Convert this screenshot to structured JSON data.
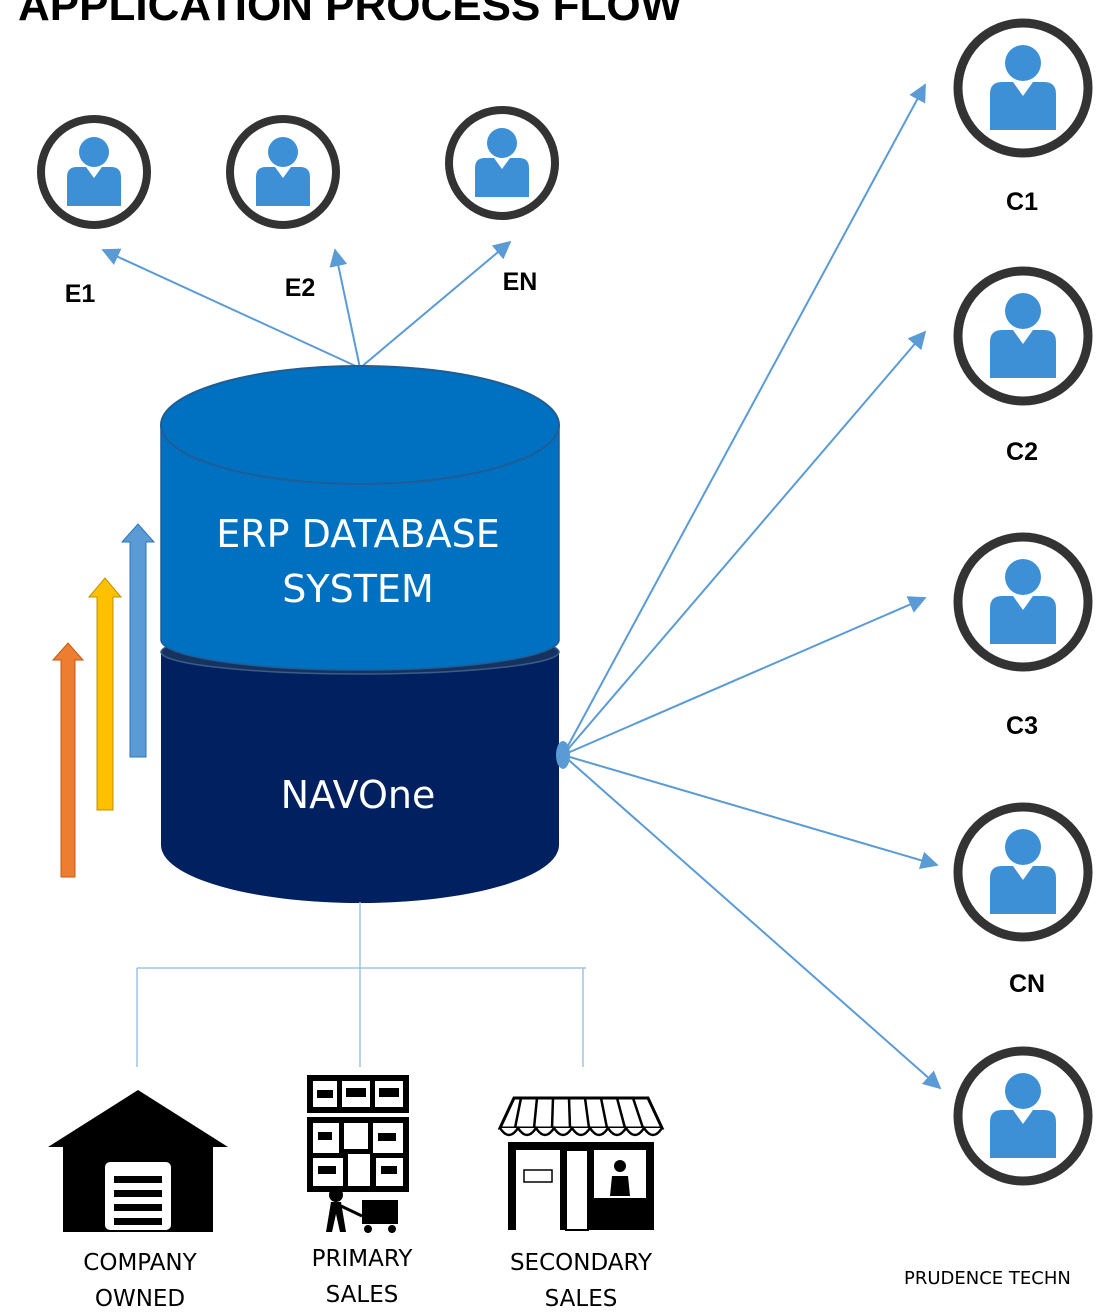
{
  "title": "APPLICATION PROCESS FLOW",
  "database": {
    "top_label_line1": "ERP DATABASE",
    "top_label_line2": "SYSTEM",
    "bottom_label": "NAVOne",
    "colors": {
      "top": "#0070c0",
      "top_edge": "#1f5d97",
      "bottom": "#002060"
    }
  },
  "employees": [
    {
      "label": "E1"
    },
    {
      "label": "E2"
    },
    {
      "label": "EN"
    }
  ],
  "customers": [
    {
      "label": "C1"
    },
    {
      "label": "C2"
    },
    {
      "label": "C3"
    },
    {
      "label": "CN"
    },
    {
      "label": ""
    }
  ],
  "channels": [
    {
      "icon": "warehouse-icon",
      "line1": "COMPANY",
      "line2": "OWNED"
    },
    {
      "icon": "primary-sales-icon",
      "line1": "PRIMARY",
      "line2": "SALES"
    },
    {
      "icon": "storefront-icon",
      "line1": "SECONDARY",
      "line2": "SALES"
    }
  ],
  "footer": "PRUDENCE TECHN",
  "side_arrow_colors": [
    "#ed7d31",
    "#ffc000",
    "#5b9bd5"
  ],
  "person_colors": {
    "ring": "#333333",
    "figure": "#3d8fd6"
  }
}
